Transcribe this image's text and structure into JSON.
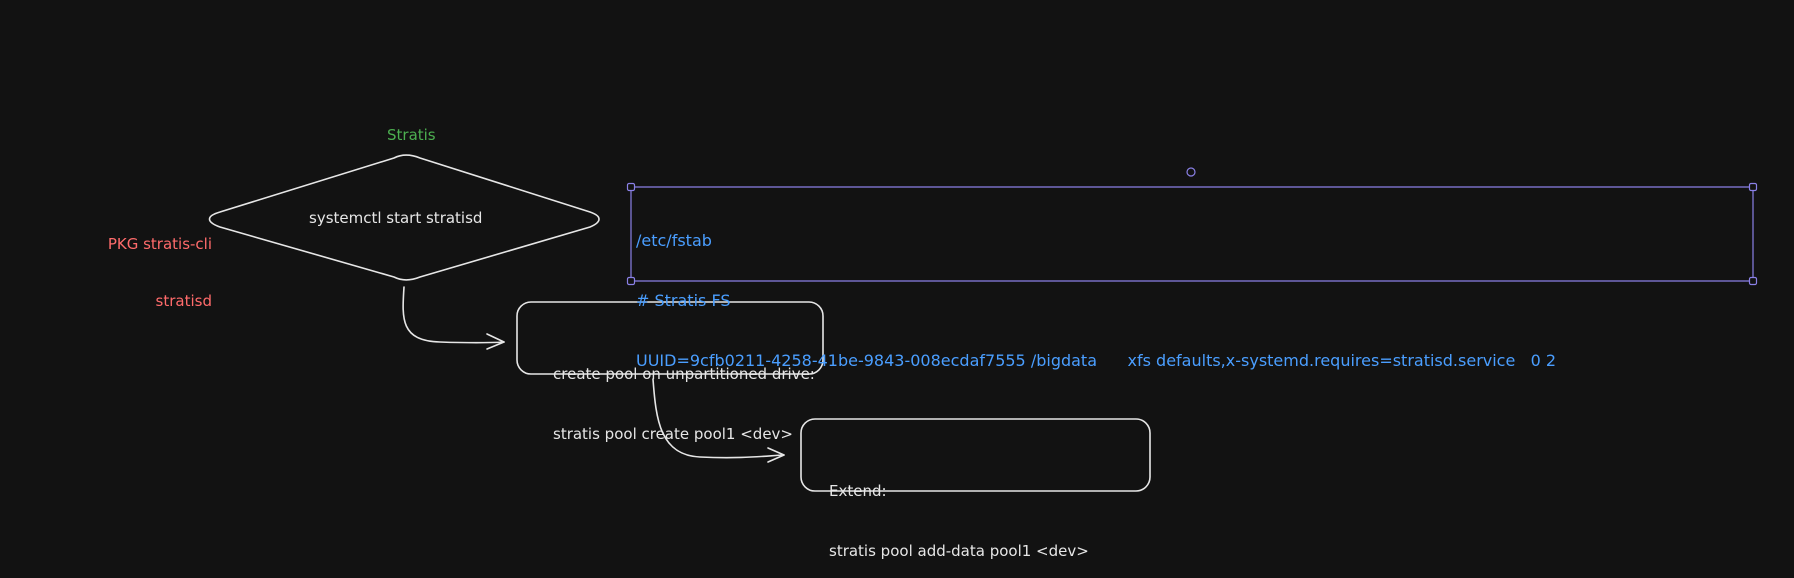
{
  "colors": {
    "background": "#121212",
    "stroke": "#e6e6e6",
    "title": "#4caf50",
    "package": "#ff6b6b",
    "fstab_text": "#4a9eff",
    "selection": "#8a80e6"
  },
  "diagram": {
    "title": "Stratis",
    "package": {
      "line1": "PKG stratis-cli",
      "line2": "stratisd"
    },
    "start_node": {
      "label": "systemctl start stratisd"
    },
    "create_node": {
      "line1": "create pool on unpartitioned drive:",
      "line2": "stratis pool create pool1 <dev>"
    },
    "extend_node": {
      "line1": "Extend:",
      "line2": "stratis pool add-data pool1 <dev>"
    },
    "fstab": {
      "line1": "/etc/fstab",
      "line2": "# Stratis FS",
      "line3": "UUID=9cfb0211-4258-41be-9843-008ecdaf7555 /bigdata      xfs defaults,x-systemd.requires=stratisd.service   0 2"
    }
  }
}
